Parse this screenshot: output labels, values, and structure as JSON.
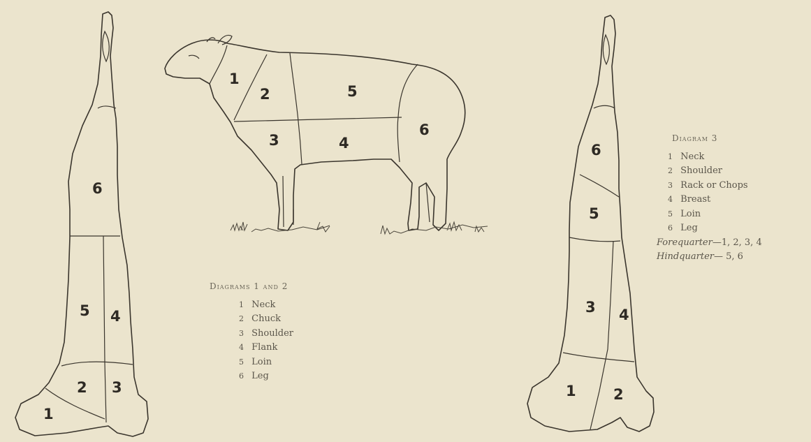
{
  "diagram_labels": {
    "carcass_left": [
      "1",
      "2",
      "3",
      "4",
      "5",
      "6"
    ],
    "sheep": [
      "1",
      "2",
      "3",
      "4",
      "5",
      "6"
    ],
    "carcass_right": [
      "1",
      "2",
      "3",
      "4",
      "5",
      "6"
    ]
  },
  "legend_1_2": {
    "title": "Diagrams 1 and 2",
    "items": [
      {
        "key": "1",
        "name": "Neck"
      },
      {
        "key": "2",
        "name": "Chuck"
      },
      {
        "key": "3",
        "name": "Shoulder"
      },
      {
        "key": "4",
        "name": "Flank"
      },
      {
        "key": "5",
        "name": "Loin"
      },
      {
        "key": "6",
        "name": "Leg"
      }
    ]
  },
  "legend_3": {
    "title": "Diagram 3",
    "items": [
      {
        "key": "1",
        "name": "Neck"
      },
      {
        "key": "2",
        "name": "Shoulder"
      },
      {
        "key": "3",
        "name": "Rack or Chops"
      },
      {
        "key": "4",
        "name": "Breast"
      },
      {
        "key": "5",
        "name": "Loin"
      },
      {
        "key": "6",
        "name": "Leg"
      }
    ],
    "forequarter_label": "Forequarter",
    "forequarter_value": "—1, 2, 3, 4",
    "hindquarter_label": "Hindquarter",
    "hindquarter_value": "— 5, 6"
  }
}
